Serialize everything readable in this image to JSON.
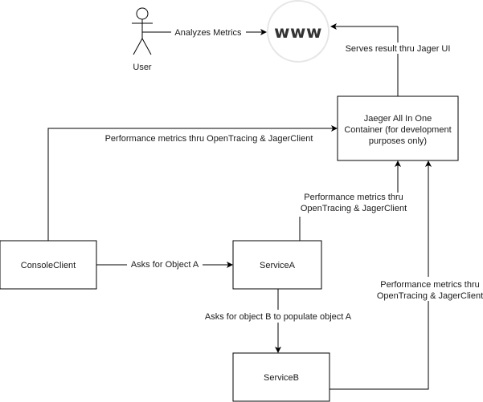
{
  "actor": {
    "label": "User"
  },
  "web": {
    "label": "www"
  },
  "nodes": {
    "jaeger": {
      "lines": [
        "Jaeger All In One",
        "Container (for development",
        "purposes only)"
      ]
    },
    "console_client": {
      "label": "ConsoleClient"
    },
    "service_a": {
      "label": "ServiceA"
    },
    "service_b": {
      "label": "ServiceB"
    }
  },
  "edges": {
    "user_to_web": "Analyzes Metrics",
    "jaeger_to_web": "Serves result thru Jager UI",
    "console_to_jaeger": "Performance metrics thru OpenTracing & JagerClient",
    "servicea_to_jaeger": [
      "Performance metrics thru",
      "OpenTracing & JagerClient"
    ],
    "serviceb_to_jaeger": [
      "Performance metrics thru",
      "OpenTracing & JagerClient"
    ],
    "console_to_servicea": "Asks for Object A",
    "servicea_to_serviceb": "Asks for object B to populate object A"
  },
  "colors": {
    "stroke": "#000000",
    "web_circle": "#e6e6e6",
    "web_text": "#333333"
  }
}
